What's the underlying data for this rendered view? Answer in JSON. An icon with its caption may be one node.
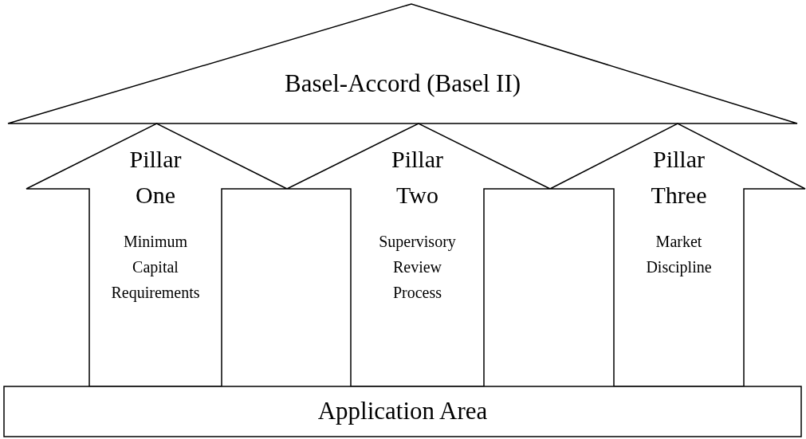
{
  "diagram": {
    "nodes": [
      {
        "text": [
          "Basel-Accord (Basel II)"
        ]
      },
      {
        "text": [
          "Pillar One",
          "Minimum Capital Requirements"
        ]
      },
      {
        "text": [
          "Pillar Two",
          "Supervisory Review Process"
        ]
      },
      {
        "text": [
          "Pillar Three",
          "Market Discipline"
        ]
      },
      {
        "text": [
          "Application Area"
        ]
      }
    ],
    "edges": []
  }
}
